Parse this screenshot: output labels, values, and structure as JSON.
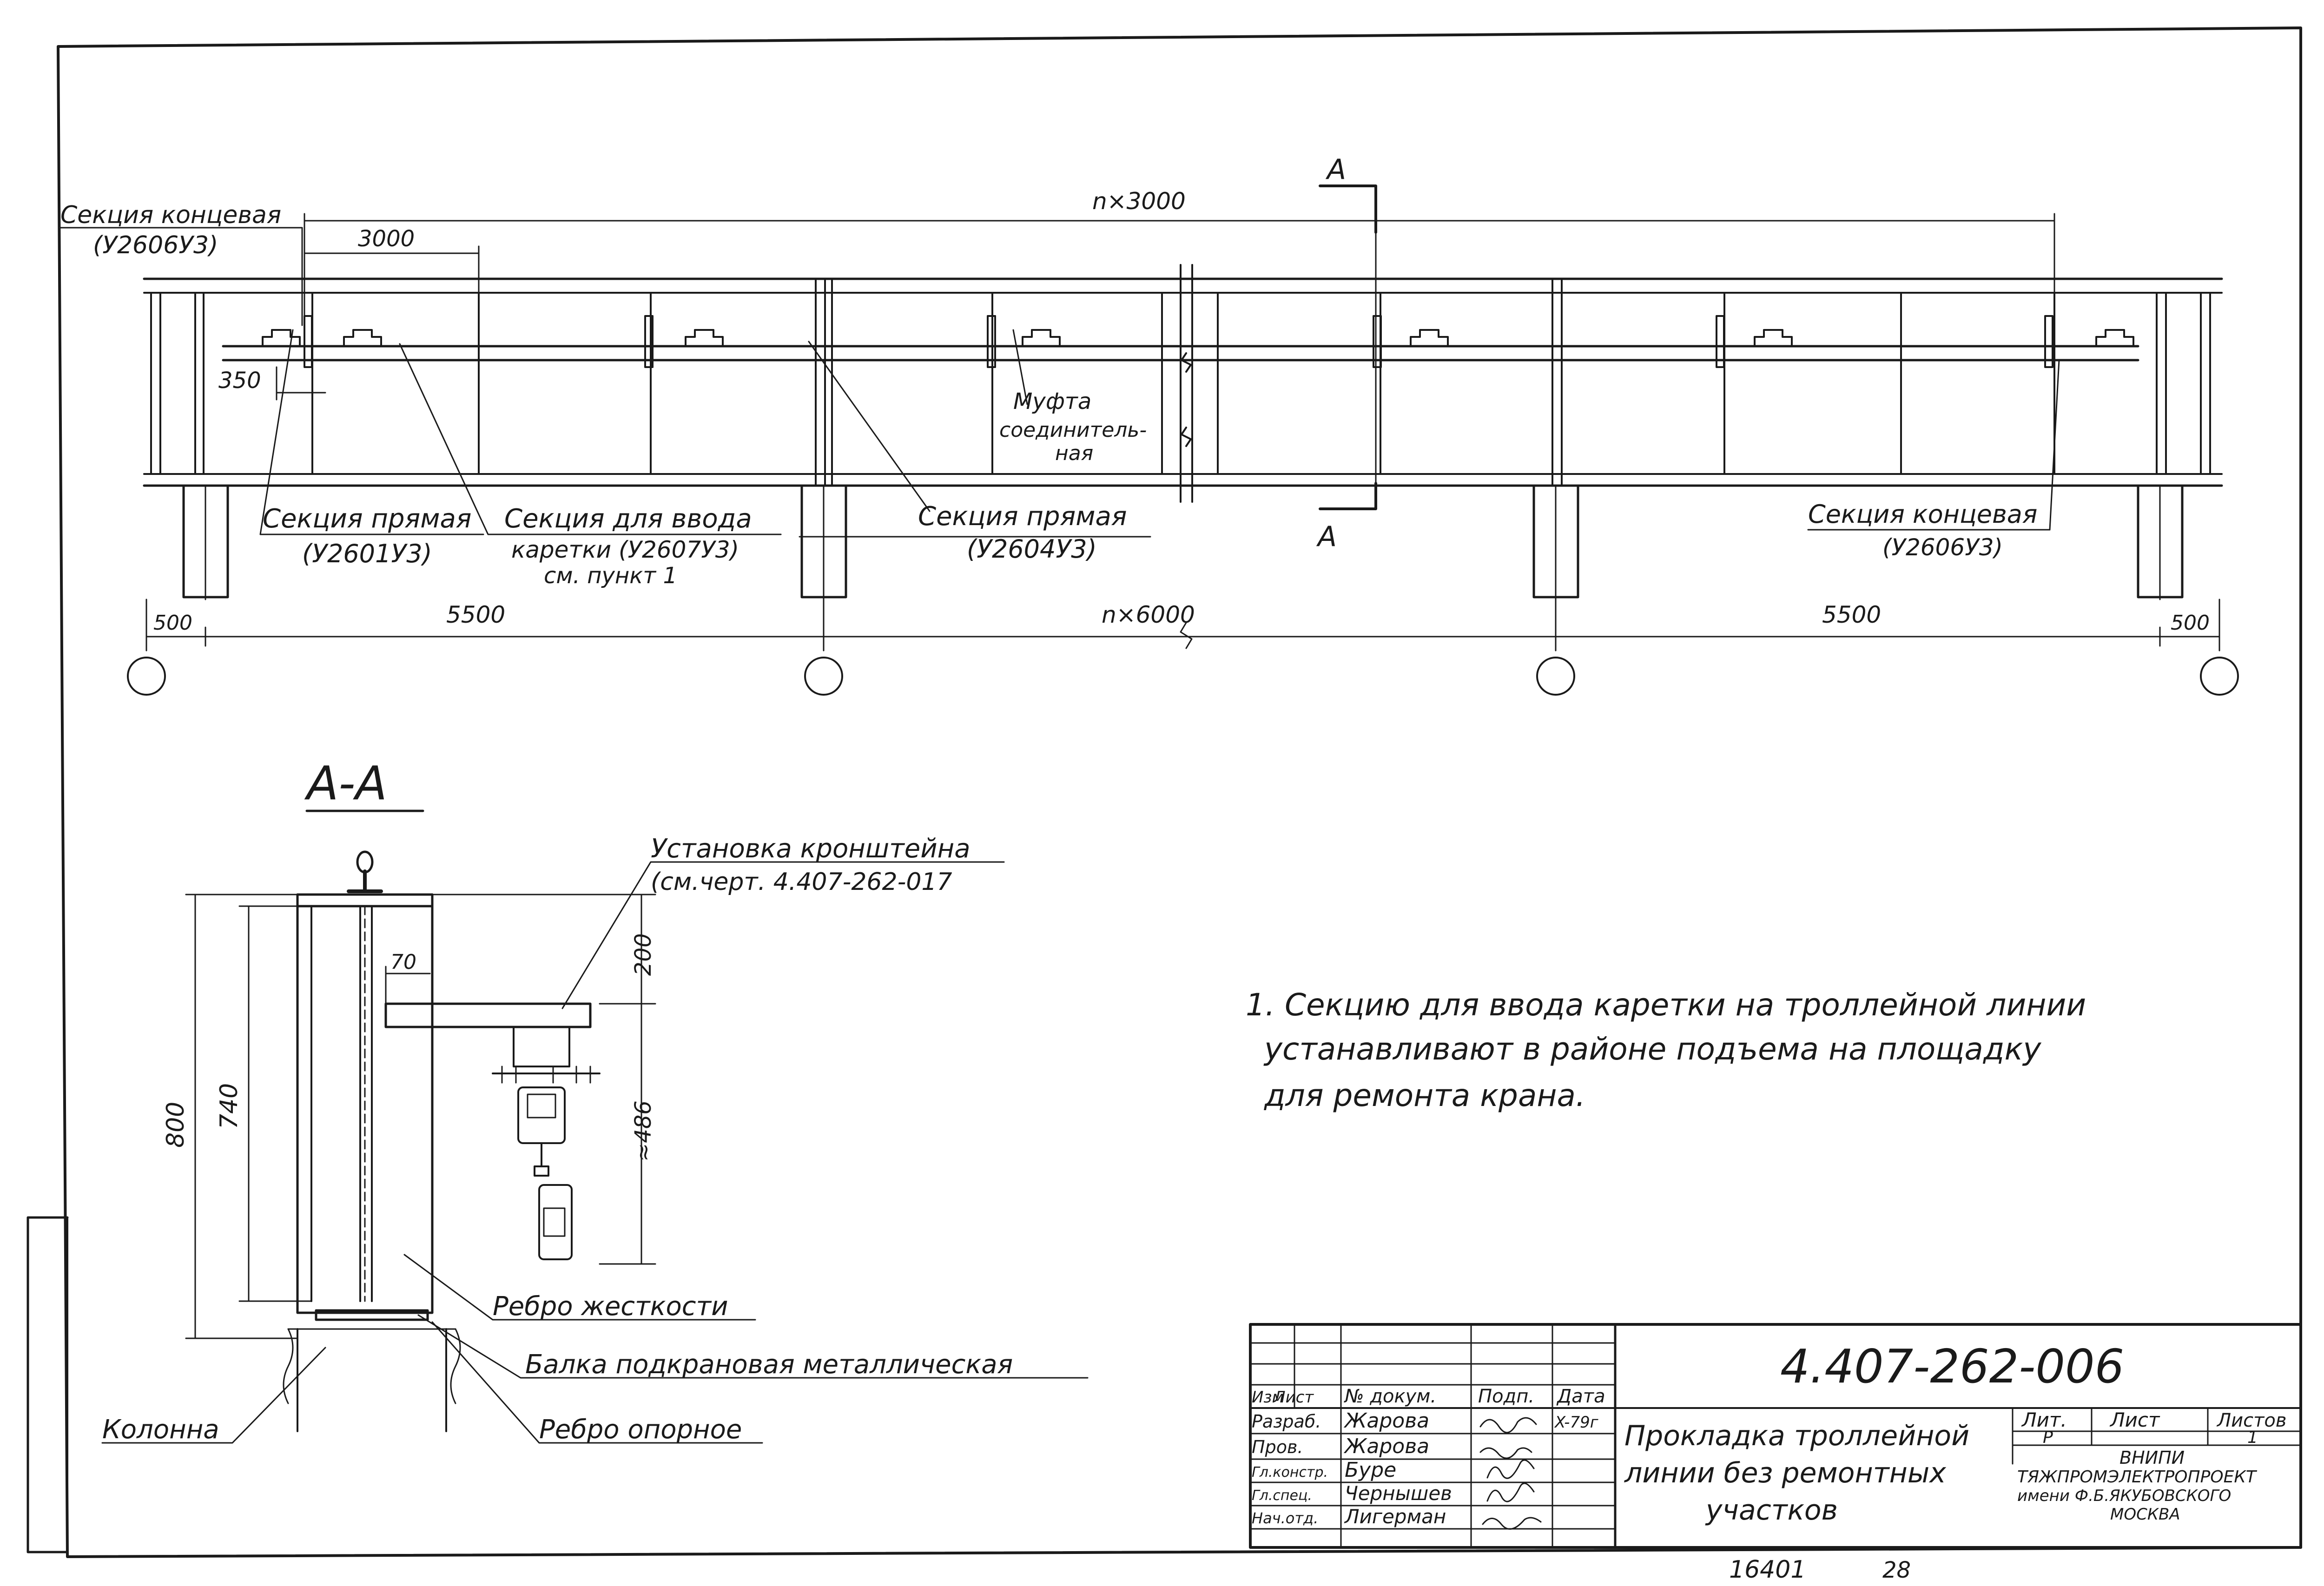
{
  "plan": {
    "dim_top_span": "n×3000",
    "dim_section_len": "3000",
    "dim_offset": "350",
    "label_end_left": "Секция концевая",
    "label_end_left_code": "(У2606У3)",
    "label_straight_left": "Секция прямая",
    "label_straight_left_code": "(У2601У3)",
    "label_entry": "Секция для ввода",
    "label_entry_2": "каретки (У2607У3)",
    "label_entry_3": "см. пункт 1",
    "label_coupling_1": "Муфта",
    "label_coupling_2": "соединитель-",
    "label_coupling_3": "ная",
    "label_straight_mid": "Секция прямая",
    "label_straight_mid_code": "(У2604У3)",
    "label_end_right": "Секция концевая",
    "label_end_right_code": "(У2606У3)",
    "section_mark": "А",
    "dim_bottom_left_500": "500",
    "dim_bottom_left_5500": "5500",
    "dim_bottom_mid": "n×6000",
    "dim_bottom_right_5500": "5500",
    "dim_bottom_right_500": "500"
  },
  "section": {
    "title": "А-А",
    "label_bracket_1": "Установка кронштейна",
    "label_bracket_2": "(см.черт. 4.407-262-017",
    "dim_70": "70",
    "dim_200": "200",
    "dim_486": "≈486",
    "dim_800": "800",
    "dim_740": "740",
    "label_rib": "Ребро жесткости",
    "label_beam": "Балка подкрановая металлическая",
    "label_column": "Колонна",
    "label_support_rib": "Ребро опорное"
  },
  "note": {
    "line1": "1. Секцию для ввода каретки на троллейной линии",
    "line2": "устанавливают в районе подъема на площадку",
    "line3": "для ремонта крана."
  },
  "title_block": {
    "doc_number": "4.407-262-006",
    "col_izm": "Изм",
    "col_list": "Лист",
    "col_doc": "№ докум.",
    "col_sign": "Подп.",
    "col_date": "Дата",
    "roles": [
      {
        "role": "Разраб.",
        "name": "Жарова",
        "date": "X-79г"
      },
      {
        "role": "Пров.",
        "name": "Жарова",
        "date": ""
      },
      {
        "role": "Гл.констр.",
        "name": "Буре",
        "date": ""
      },
      {
        "role": "Гл.спец.",
        "name": "Чернышев",
        "date": ""
      },
      {
        "role": "Нач.отд.",
        "name": "Лигерман",
        "date": ""
      }
    ],
    "drawing_title_1": "Прокладка троллейной",
    "drawing_title_2": "линии без ремонтных",
    "drawing_title_3": "участков",
    "lit_label": "Лит.",
    "sheet_label": "Лист",
    "sheets_label": "Листов",
    "lit_value": "Р",
    "sheets_value": "1",
    "org_1": "ВНИПИ",
    "org_2": "ТЯЖПРОМЭЛЕКТРОПРОЕКТ",
    "org_3": "имени Ф.Б.ЯКУБОВСКОГО",
    "org_4": "МОСКВА",
    "footer_number": "16401",
    "footer_page": "28"
  }
}
